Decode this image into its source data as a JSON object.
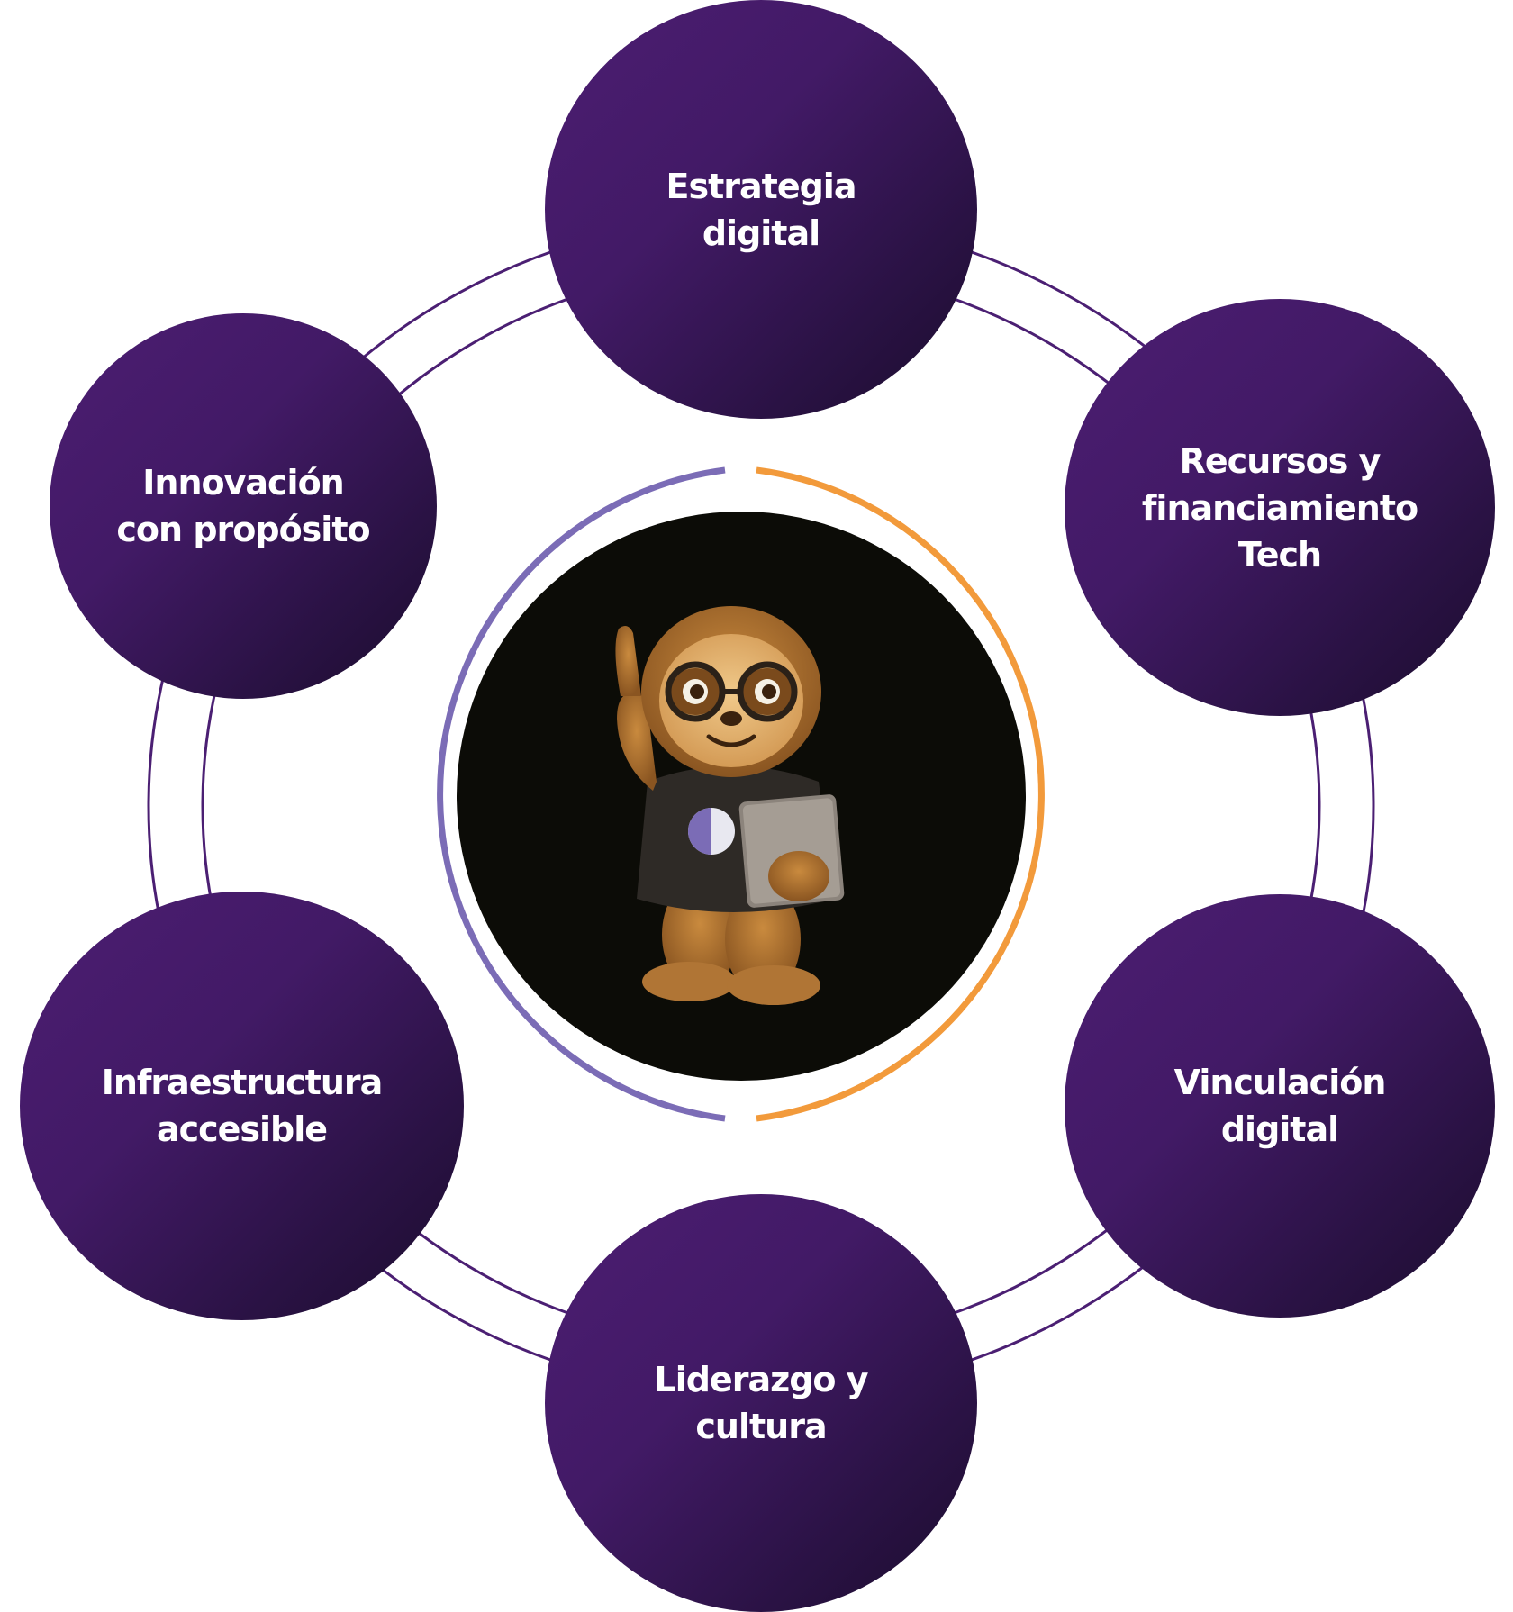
{
  "diagram": {
    "nodes": [
      {
        "id": "estrategia",
        "label": "Estrategia\ndigital"
      },
      {
        "id": "recursos",
        "label": "Recursos y\nfinanciamiento\nTech"
      },
      {
        "id": "vinculacion",
        "label": "Vinculación\ndigital"
      },
      {
        "id": "liderazgo",
        "label": "Liderazgo y\ncultura"
      },
      {
        "id": "infraestructura",
        "label": "Infraestructura\naccesible"
      },
      {
        "id": "innovacion",
        "label": "Innovación\ncon propósito"
      }
    ],
    "center": {
      "icon": "sloth-mascot-icon"
    },
    "colors": {
      "node_top": "#4c1d72",
      "node_bottom": "#1b0c2d",
      "ring_line": "#4b1f73",
      "arc_left": "#7b6cb6",
      "arc_right": "#f29a3b",
      "center_bg": "#0c0c07"
    }
  }
}
